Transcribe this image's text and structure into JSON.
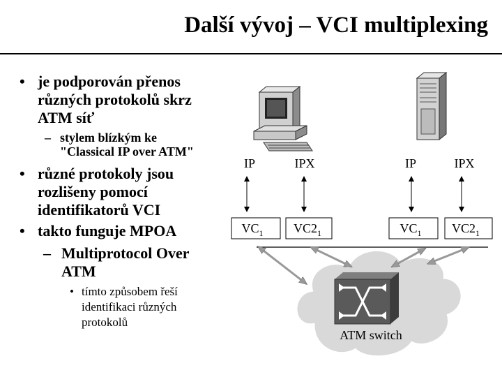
{
  "slide": {
    "title": "Další vývoj – VCI multiplexing"
  },
  "bullets": {
    "item1_lines": [
      "je podporován přenos",
      "různých protokolů skrz",
      "ATM síť"
    ],
    "item1_sub_lines": [
      "stylem blízkým ke",
      "\"Classical IP over ATM\""
    ],
    "item2_lines": [
      "různé protokoly jsou",
      "rozlišeny pomocí",
      "identifikatorů VCI"
    ],
    "item3_line": "takto funguje MPOA",
    "item3_sub_lines": [
      "Multiprotocol Over",
      "ATM"
    ],
    "item3_subsub_lines": [
      "tímto způsobem řeší",
      "identifikaci různých",
      "protokolů"
    ],
    "bullet_char": "•",
    "dash_char": "–"
  },
  "diagram": {
    "left_host": {
      "top_labels": [
        "IP",
        "IPX"
      ],
      "vc_labels": [
        {
          "main": "VC",
          "sub": "1"
        },
        {
          "main": "VC2",
          "sub": "1"
        }
      ]
    },
    "right_host": {
      "top_labels": [
        "IP",
        "IPX"
      ],
      "vc_labels": [
        {
          "main": "VC",
          "sub": "1"
        },
        {
          "main": "VC2",
          "sub": "1"
        }
      ]
    },
    "switch_label": "ATM switch",
    "colors": {
      "cloud": "#d9d9d9",
      "switch": "#5a5a5a",
      "arrow": "#999999"
    }
  }
}
